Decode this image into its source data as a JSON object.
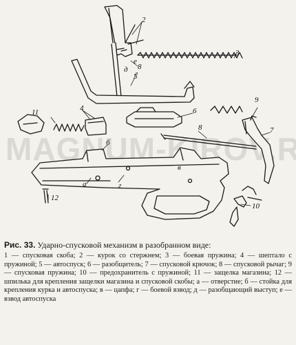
{
  "figure": {
    "watermark": "MAGNUM-KIROV.RU",
    "labels": {
      "l2": "2",
      "l3": "3",
      "l4": "4",
      "l5": "5",
      "l6a": "6",
      "l6b": "б",
      "l7": "7",
      "l8a": "8",
      "l8b": "8",
      "l9": "9",
      "l10": "10",
      "l11": "11",
      "l12": "12",
      "la": "а",
      "lg": "г",
      "lgg": "г",
      "ld": "д",
      "le": "е",
      "lv": "в"
    }
  },
  "caption": {
    "fig_label": "Рис. 33.",
    "title": " Ударно-спусковой механизм в разобранном виде:",
    "body": "1 — спусковая скоба; 2 — курок со стержнем; 3 — боевая пружина; 4 — шептало с пружиной; 5 — автоспуск; 6 — разобщитель; 7 — спусковой крючок; 8 — спусковой рычаг; 9 — спусковая пружина; 10 — предохранитель с пружиной; 11 — защелка магазина; 12 — шпилька для крепления защелки магазина и спусковой скобы; а — отверстие; б — стойка для крепления курка и автоспуска; в — цапфа; г — боевой взвод; д — разобщающий выступ; е — взвод автоспуска"
  }
}
